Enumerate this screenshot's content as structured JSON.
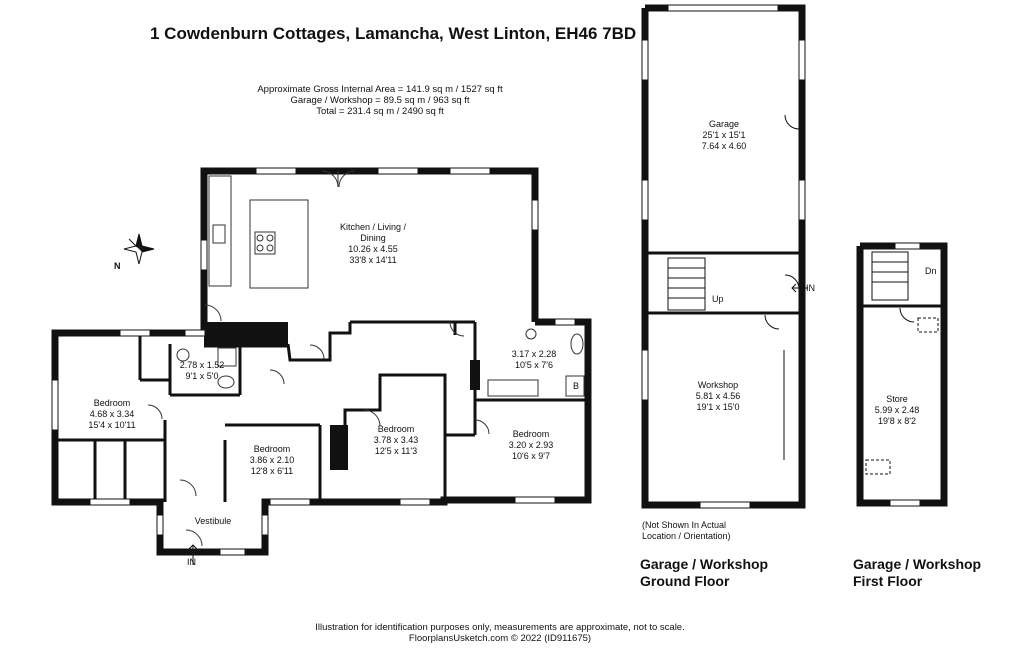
{
  "title": "1 Cowdenburn Cottages, Lamancha, West Linton, EH46 7BD",
  "areas": {
    "line1": "Approximate Gross Internal Area = 141.9 sq m / 1527 sq ft",
    "line2": "Garage / Workshop = 89.5 sq m / 963 sq ft",
    "line3": "Total = 231.4 sq m / 2490 sq ft"
  },
  "rooms": {
    "kitchen": {
      "name1": "Kitchen / Living /",
      "name2": "Dining",
      "m": "10.26 x 4.55",
      "ft": "33'8 x 14'11"
    },
    "bathroom": {
      "m": "2.78 x 1.52",
      "ft": "9'1 x 5'0"
    },
    "bedroom1": {
      "name": "Bedroom",
      "m": "4.68 x 3.34",
      "ft": "15'4 x 10'11"
    },
    "bedroom2": {
      "name": "Bedroom",
      "m": "3.86 x 2.10",
      "ft": "12'8 x 6'11"
    },
    "bedroom3": {
      "name": "Bedroom",
      "m": "3.78 x 3.43",
      "ft": "12'5 x 11'3"
    },
    "bedroom4": {
      "name": "Bedroom",
      "m": "3.20 x 2.93",
      "ft": "10'6 x 9'7"
    },
    "ensuite": {
      "m": "3.17 x 2.28",
      "ft": "10'5 x 7'6"
    },
    "vestibule": {
      "name": "Vestibule"
    },
    "garage": {
      "name": "Garage",
      "ft": "25'1 x 15'1",
      "m": "7.64 x 4.60"
    },
    "workshop": {
      "name": "Workshop",
      "m": "5.81 x 4.56",
      "ft": "19'1 x 15'0"
    },
    "store": {
      "name": "Store",
      "m": "5.99 x 2.48",
      "ft": "19'8 x 8'2"
    }
  },
  "markers": {
    "in_main": "IN",
    "in_garage": "IN",
    "up": "Up",
    "dn": "Dn",
    "boiler": "B",
    "north": "N"
  },
  "captions": {
    "ground_line1": "Garage / Workshop",
    "ground_line2": "Ground Floor",
    "first_line1": "Garage / Workshop",
    "first_line2": "First Floor"
  },
  "note": {
    "line1": "(Not Shown In Actual",
    "line2": "Location / Orientation)"
  },
  "footer": {
    "line1": "Illustration for identification purposes only, measurements are approximate, not to scale.",
    "line2": "FloorplansUsketch.com © 2022 (ID911675)"
  }
}
